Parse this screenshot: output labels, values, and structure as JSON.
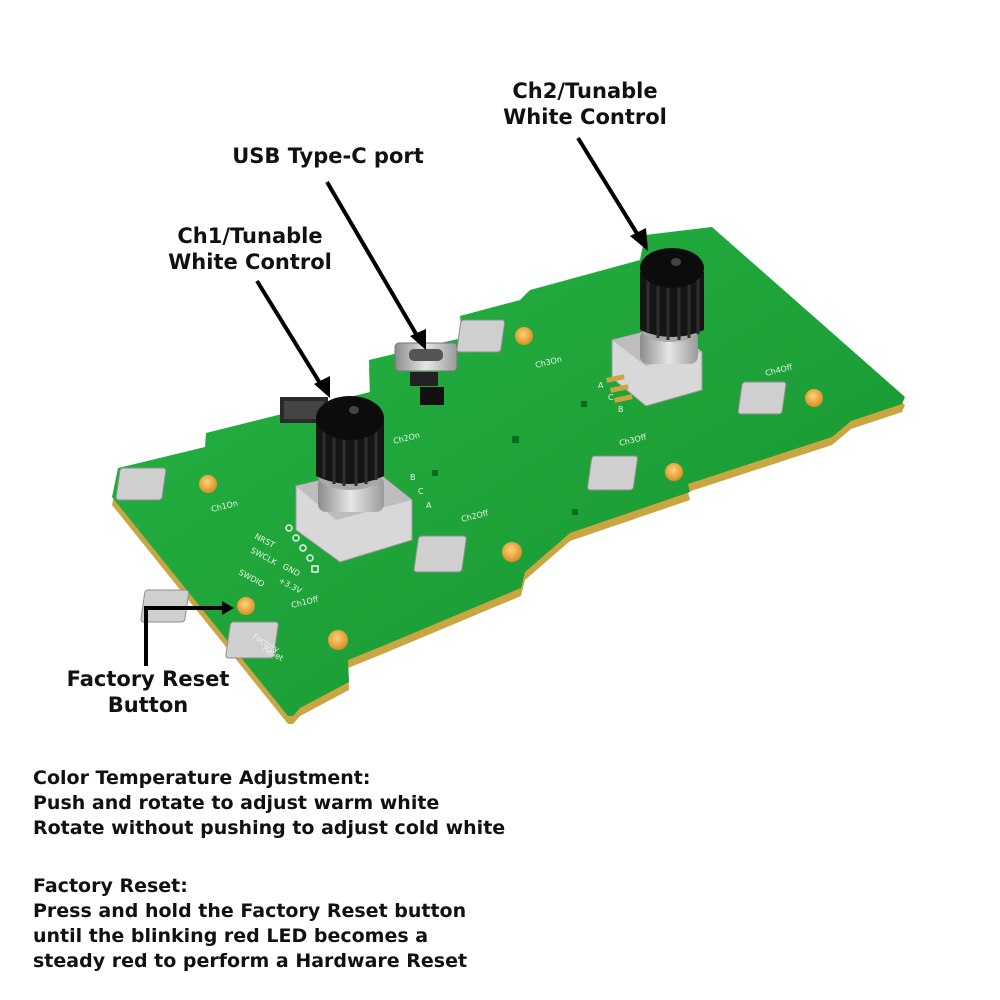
{
  "callouts": {
    "ch2": "Ch2/Tunable\nWhite Control",
    "usb": "USB Type-C port",
    "ch1": "Ch1/Tunable\nWhite Control",
    "reset": "Factory Reset\nButton"
  },
  "silkscreen": {
    "ch1on": "Ch1On",
    "ch1off": "Ch1Off",
    "ch2on": "Ch2On",
    "ch2off": "Ch2Off",
    "ch3on": "Ch3On",
    "ch3off": "Ch3Off",
    "ch4off": "Ch4Off",
    "factory": "Factory",
    "reset": "Reset",
    "nrst": "NRST",
    "swclk": "SWCLK",
    "swdio": "SWDIO",
    "gnd": "GND",
    "v33": "+3.3V",
    "pin_a": "A",
    "pin_b": "B",
    "pin_c": "C"
  },
  "instructions": {
    "color_title": "Color Temperature Adjustment:",
    "color_line1": "Push and rotate to adjust warm white",
    "color_line2": "Rotate without pushing to adjust cold white",
    "reset_title": "Factory Reset:",
    "reset_line1": "Press and hold the Factory Reset button",
    "reset_line2": "until the blinking red LED becomes a",
    "reset_line3": "steady red to perform a Hardware Reset"
  },
  "colors": {
    "pcb": "#1fa53a",
    "pcb_edge": "#c9a641",
    "knob": "#151515",
    "button_cap": "#e8a93a"
  }
}
